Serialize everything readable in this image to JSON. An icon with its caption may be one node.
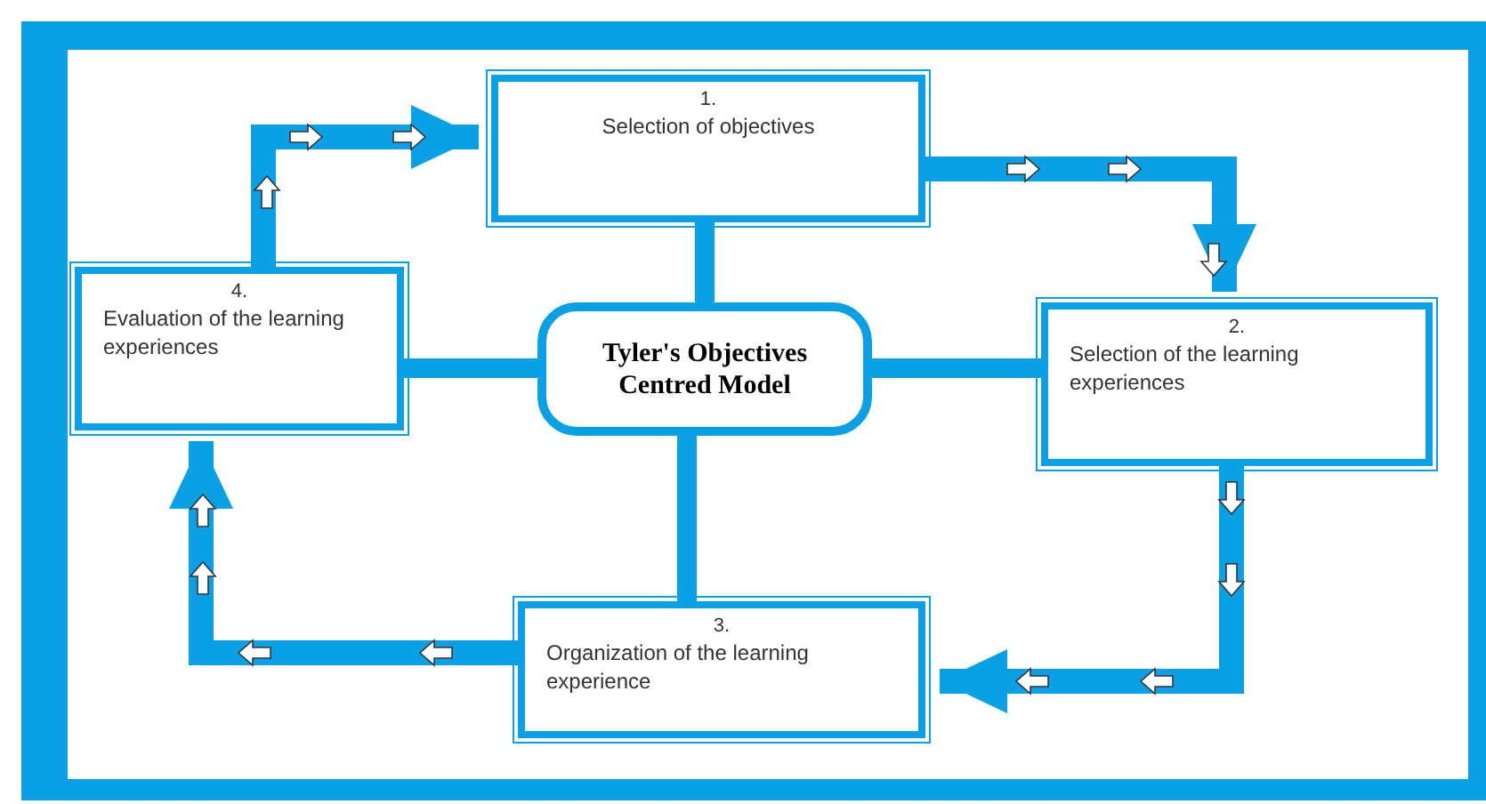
{
  "diagram": {
    "nodes": [
      {
        "text": [
          "Tyler's Objectives Centred Model"
        ]
      },
      {
        "text": [
          "1.",
          "Selection of objectives"
        ]
      },
      {
        "text": [
          "2.",
          "Selection of the learning experiences"
        ]
      },
      {
        "text": [
          "3.",
          "Organization of the learning experience"
        ]
      },
      {
        "text": [
          "4.",
          "Evaluation of the learning experiences"
        ]
      }
    ],
    "edges": [
      {
        "from": 1,
        "to": 2,
        "arrow": "to"
      },
      {
        "from": 2,
        "to": 3,
        "arrow": "to"
      },
      {
        "from": 3,
        "to": 4,
        "arrow": "to"
      },
      {
        "from": 4,
        "to": 1,
        "arrow": "to"
      },
      {
        "from": 0,
        "to": 1,
        "arrow": "none"
      },
      {
        "from": 0,
        "to": 2,
        "arrow": "none"
      },
      {
        "from": 0,
        "to": 3,
        "arrow": "none"
      },
      {
        "from": 0,
        "to": 4,
        "arrow": "none"
      }
    ]
  }
}
